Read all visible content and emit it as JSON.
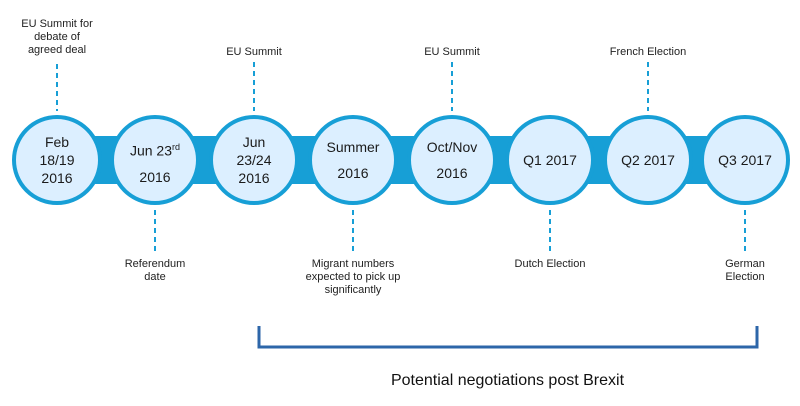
{
  "colors": {
    "primary_blue": "#179fd6",
    "circle_fill": "#dcefff",
    "bracket_blue": "#2d66a9",
    "text": "#1b1b1b"
  },
  "timeline": {
    "nodes": [
      {
        "lines": [
          "Feb",
          "18/19",
          "2016"
        ]
      },
      {
        "lines": [
          "Jun 23",
          "2016"
        ],
        "superscript": "rd"
      },
      {
        "lines": [
          "Jun",
          "23/24",
          "2016"
        ]
      },
      {
        "lines": [
          "Summer",
          "2016"
        ]
      },
      {
        "lines": [
          "Oct/Nov",
          "2016"
        ]
      },
      {
        "lines": [
          "Q1 2017"
        ]
      },
      {
        "lines": [
          "Q2 2017"
        ]
      },
      {
        "lines": [
          "Q3 2017"
        ]
      }
    ],
    "annotations_above": [
      {
        "node": 0,
        "lines": [
          "EU Summit for",
          "debate of",
          "agreed deal"
        ]
      },
      {
        "node": 2,
        "lines": [
          "EU Summit"
        ]
      },
      {
        "node": 4,
        "lines": [
          "EU Summit"
        ]
      },
      {
        "node": 6,
        "lines": [
          "French Election"
        ]
      }
    ],
    "annotations_below": [
      {
        "node": 1,
        "lines": [
          "Referendum",
          "date"
        ]
      },
      {
        "node": 3,
        "lines": [
          "Migrant numbers",
          "expected to pick up",
          "significantly"
        ]
      },
      {
        "node": 5,
        "lines": [
          "Dutch Election"
        ]
      },
      {
        "node": 7,
        "lines": [
          "German",
          "Election"
        ]
      }
    ]
  },
  "footer": {
    "label": "Potential negotiations post Brexit"
  }
}
